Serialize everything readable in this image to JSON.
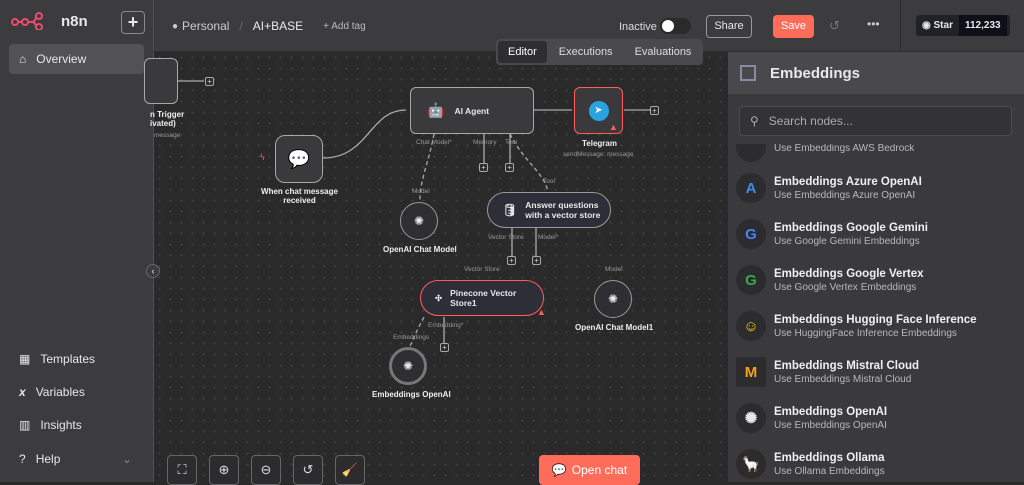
{
  "app": {
    "name": "n8n"
  },
  "sidebar": {
    "items": [
      {
        "label": "Overview"
      },
      {
        "label": "Templates"
      },
      {
        "label": "Variables"
      },
      {
        "label": "Insights"
      },
      {
        "label": "Help"
      }
    ]
  },
  "topbar": {
    "project": "Personal",
    "workflow": "AI+BASE",
    "add_tag": "+ Add tag",
    "status": "Inactive",
    "share": "Share",
    "save": "Save",
    "github_star": "Star",
    "github_count": "112,233"
  },
  "tabs": [
    "Editor",
    "Executions",
    "Evaluations"
  ],
  "canvas": {
    "nodes": {
      "trigger_partial": "n Trigger",
      "trigger_partial2": "ivated)",
      "trigger_sub": "message",
      "agent": "AI Agent",
      "telegram": "Telegram",
      "telegram_sub": "sendMessage: message",
      "chat": "When chat message received",
      "openai_chat": "OpenAI Chat Model",
      "answer": "Answer questions with a vector store",
      "pinecone": "Pinecone Vector Store1",
      "openai_chat1": "OpenAI Chat Model1",
      "emb": "Embeddings OpenAI"
    },
    "ports": {
      "chat_model": "Chat Model*",
      "memory": "Memory",
      "tool": "Tool",
      "model": "Model",
      "tool2": "Tool",
      "vector_store": "Vector Store",
      "model2": "Model*",
      "vector_store_in": "Vector Store",
      "embedding": "Embedding*",
      "model3": "Model",
      "embeddings": "Embeddings"
    },
    "open_chat": "Open chat"
  },
  "panel": {
    "title": "Embeddings",
    "search_placeholder": "Search nodes...",
    "items": [
      {
        "title": "",
        "desc": "Use Embeddings AWS Bedrock",
        "icon": "aws-icon"
      },
      {
        "title": "Embeddings Azure OpenAI",
        "desc": "Use Embeddings Azure OpenAI",
        "icon": "azure-icon"
      },
      {
        "title": "Embeddings Google Gemini",
        "desc": "Use Google Gemini Embeddings",
        "icon": "google-icon"
      },
      {
        "title": "Embeddings Google Vertex",
        "desc": "Use Google Vertex Embeddings",
        "icon": "google-icon"
      },
      {
        "title": "Embeddings Hugging Face Inference",
        "desc": "Use HuggingFace Inference Embeddings",
        "icon": "huggingface-icon"
      },
      {
        "title": "Embeddings Mistral Cloud",
        "desc": "Use Embeddings Mistral Cloud",
        "icon": "mistral-icon"
      },
      {
        "title": "Embeddings OpenAI",
        "desc": "Use Embeddings OpenAI",
        "icon": "openai-icon"
      },
      {
        "title": "Embeddings Ollama",
        "desc": "Use Ollama Embeddings",
        "icon": "ollama-icon"
      }
    ]
  },
  "colors": {
    "accent": "#ff6d5a",
    "error": "#ff5d5d",
    "telegram": "#2aa3e0"
  }
}
